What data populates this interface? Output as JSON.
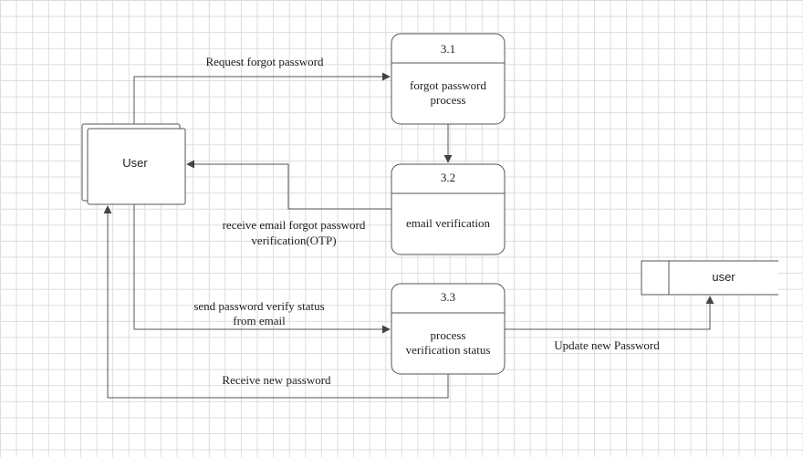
{
  "entities": {
    "external": "User",
    "datastore": "user"
  },
  "processes": [
    {
      "id": "3.1",
      "name_line1": "forgot password",
      "name_line2": "process"
    },
    {
      "id": "3.2",
      "name_line1": "email  verification",
      "name_line2": ""
    },
    {
      "id": "3.3",
      "name_line1": "process",
      "name_line2": "verification status"
    }
  ],
  "flows": {
    "request": "Request forgot password",
    "receive_email_line1": "receive  email forgot password",
    "receive_email_line2": "verification(OTP)",
    "send_status_line1": "send password verify status",
    "send_status_line2": "from email",
    "receive_new": "Receive new password",
    "update": "Update new  Password"
  },
  "colors": {
    "stroke": "#555555",
    "fill": "#ffffff",
    "grid": "#dcdcdc",
    "text": "#1f1f1f"
  }
}
